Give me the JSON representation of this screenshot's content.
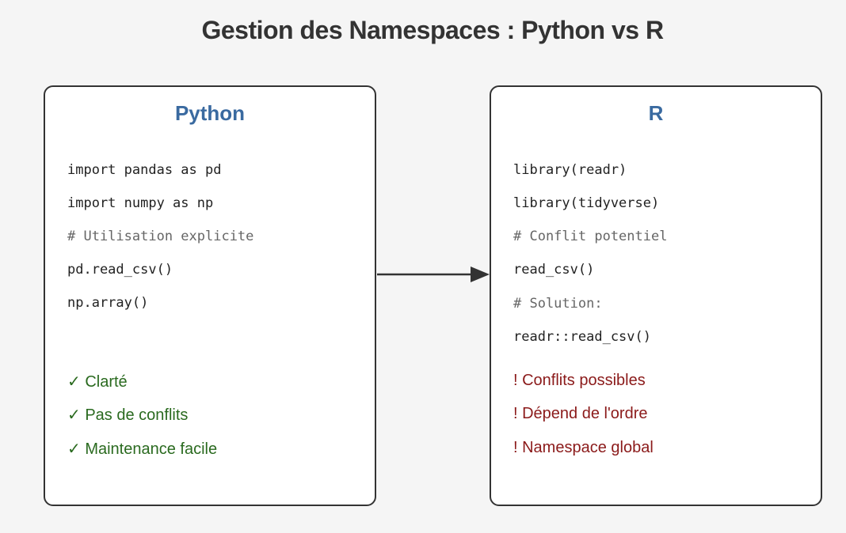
{
  "title": "Gestion des Namespaces : Python vs R",
  "python": {
    "heading": "Python",
    "code": [
      {
        "text": "import pandas as pd",
        "comment": false
      },
      {
        "text": "import numpy as np",
        "comment": false
      },
      {
        "text": "# Utilisation explicite",
        "comment": true
      },
      {
        "text": "pd.read_csv()",
        "comment": false
      },
      {
        "text": "np.array()",
        "comment": false
      }
    ],
    "notes": [
      "✓ Clarté",
      "✓ Pas de conflits",
      "✓ Maintenance facile"
    ]
  },
  "r": {
    "heading": "R",
    "code": [
      {
        "text": "library(readr)",
        "comment": false
      },
      {
        "text": "library(tidyverse)",
        "comment": false
      },
      {
        "text": "# Conflit potentiel",
        "comment": true
      },
      {
        "text": "read_csv()",
        "comment": false
      },
      {
        "text": "# Solution:",
        "comment": true
      },
      {
        "text": "readr::read_csv()",
        "comment": false
      }
    ],
    "notes": [
      "! Conflits possibles",
      "! Dépend de l'ordre",
      "! Namespace global"
    ]
  },
  "colors": {
    "heading": "#3a6aa0",
    "positive": "#2a6a1f",
    "negative": "#8b1a1a",
    "border": "#333333"
  }
}
